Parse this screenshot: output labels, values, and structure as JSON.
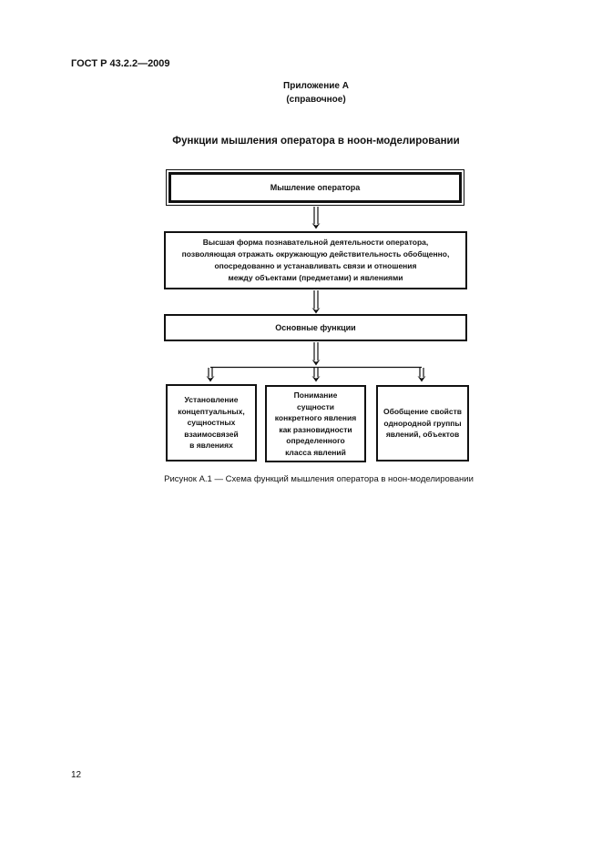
{
  "page": {
    "standard_ref": "ГОСТ Р 43.2.2—2009",
    "page_number": "12"
  },
  "annex": {
    "label": "Приложение А",
    "type": "(справочное)"
  },
  "title": "Функции мышления оператора в ноон-моделировании",
  "diagram": {
    "root_box": "Мышление оператора",
    "definition_box": "Высшая форма познавательной деятельности оператора,\nпозволяющая отражать окружающую действительность обобщенно,\nопосредованно и устанавливать связи и отношения\nмежду объектами (предметами) и явлениями",
    "functions_box": "Основные функции",
    "leaf_boxes": [
      "Установление\nконцептуальных,\nсущностных\nвзаимосвязей\nв явлениях",
      "Понимание\nсущности\nконкретного явления\nкак разновидности\nопределенного\nкласса явлений",
      "Обобщение свойств\nоднородной группы\nявлений, объектов"
    ]
  },
  "caption": "Рисунок А.1 — Схема функций мышления оператора в ноон-моделировании"
}
